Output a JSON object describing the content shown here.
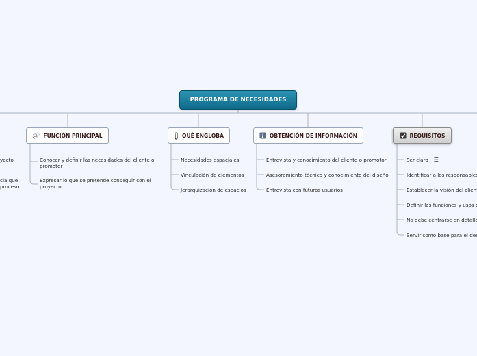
{
  "root": {
    "label": "PROGRAMA DE NECESIDADES"
  },
  "branches": {
    "funcion": {
      "label": "FUNCIÓN PRINCIPAL",
      "items": [
        "Conocer y definir las necesidades del cliente o promotor",
        "Expresar lo que se pretende conseguir con el proyecto"
      ]
    },
    "engloba": {
      "label": "QUÉ ENGLOBA",
      "items": [
        "Necesidades espaciales",
        "Vinculación de elementos",
        "Jerarquización de espacios"
      ]
    },
    "obtencion": {
      "label": "OBTENCIÓN DE INFORMACIÓN",
      "items": [
        "Entrevista y conocimiento del cliente o promotor",
        "Asesoramiento técnico y conocimiento del diseño",
        "Entrevista con futuros usuarios"
      ]
    },
    "requisitos": {
      "label": "REQUISITOS",
      "items": [
        "Ser claro",
        "Identificar a los responsables",
        "Establecer la visión del cliente",
        "Definir las funciones y usos d",
        "No debe centrarse en detalles",
        "Servir como base para el desa"
      ]
    }
  },
  "left_partial": {
    "items": [
      "yecto",
      "cia que",
      "proceso"
    ]
  }
}
